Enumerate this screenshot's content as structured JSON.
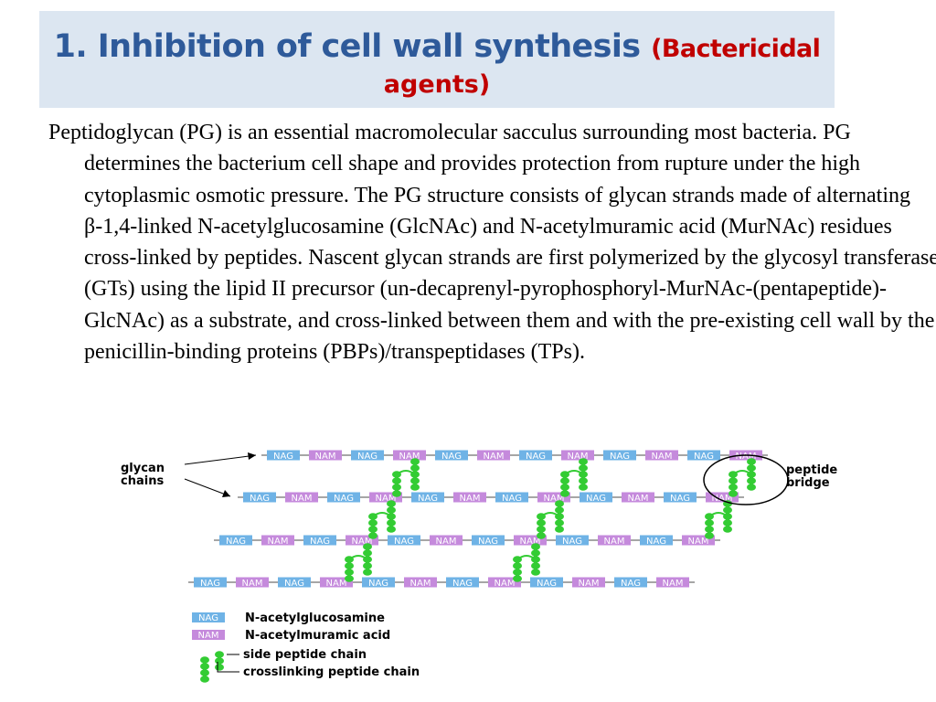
{
  "title": {
    "main": "1. Inhibition of cell wall synthesis",
    "sub_part1": "(Bactericidal",
    "sub_part2": "agents)"
  },
  "body_text": "Peptidoglycan (PG) is an essential macromolecular sacculus surrounding most bacteria. PG determines the bacterium cell shape and provides protection from rupture under the high cytoplasmic osmotic pressure. The PG structure consists of glycan strands made of alternating β-1,4-linked N-acetylglucosamine (GlcNAc) and N-acetylmuramic acid (MurNAc) residues cross-linked by peptides. Nascent glycan strands are first polymerized by the glycosyl transferases (GTs) using the lipid II precursor (un-decaprenyl-pyrophosphoryl-MurNAc-(pentapeptide)-GlcNAc) as a substrate, and cross-linked between them and with the pre-existing cell wall by the penicillin-binding proteins (PBPs)/transpeptidases (TPs).",
  "diagram": {
    "label_glycan_line1": "glycan",
    "label_glycan_line2": "chains",
    "label_peptide_line1": "peptide",
    "label_peptide_line2": "bridge",
    "nag": "NAG",
    "nam": "NAM",
    "legend_nag": "N-acetylglucosamine",
    "legend_nam": "N-acetylmuramic acid",
    "legend_side": "side peptide chain",
    "legend_cross": "crosslinking peptide chain",
    "colors": {
      "nag": "#6fb3e6",
      "nam": "#c58adc",
      "peptide": "#33cc33",
      "bond": "#888888"
    }
  }
}
